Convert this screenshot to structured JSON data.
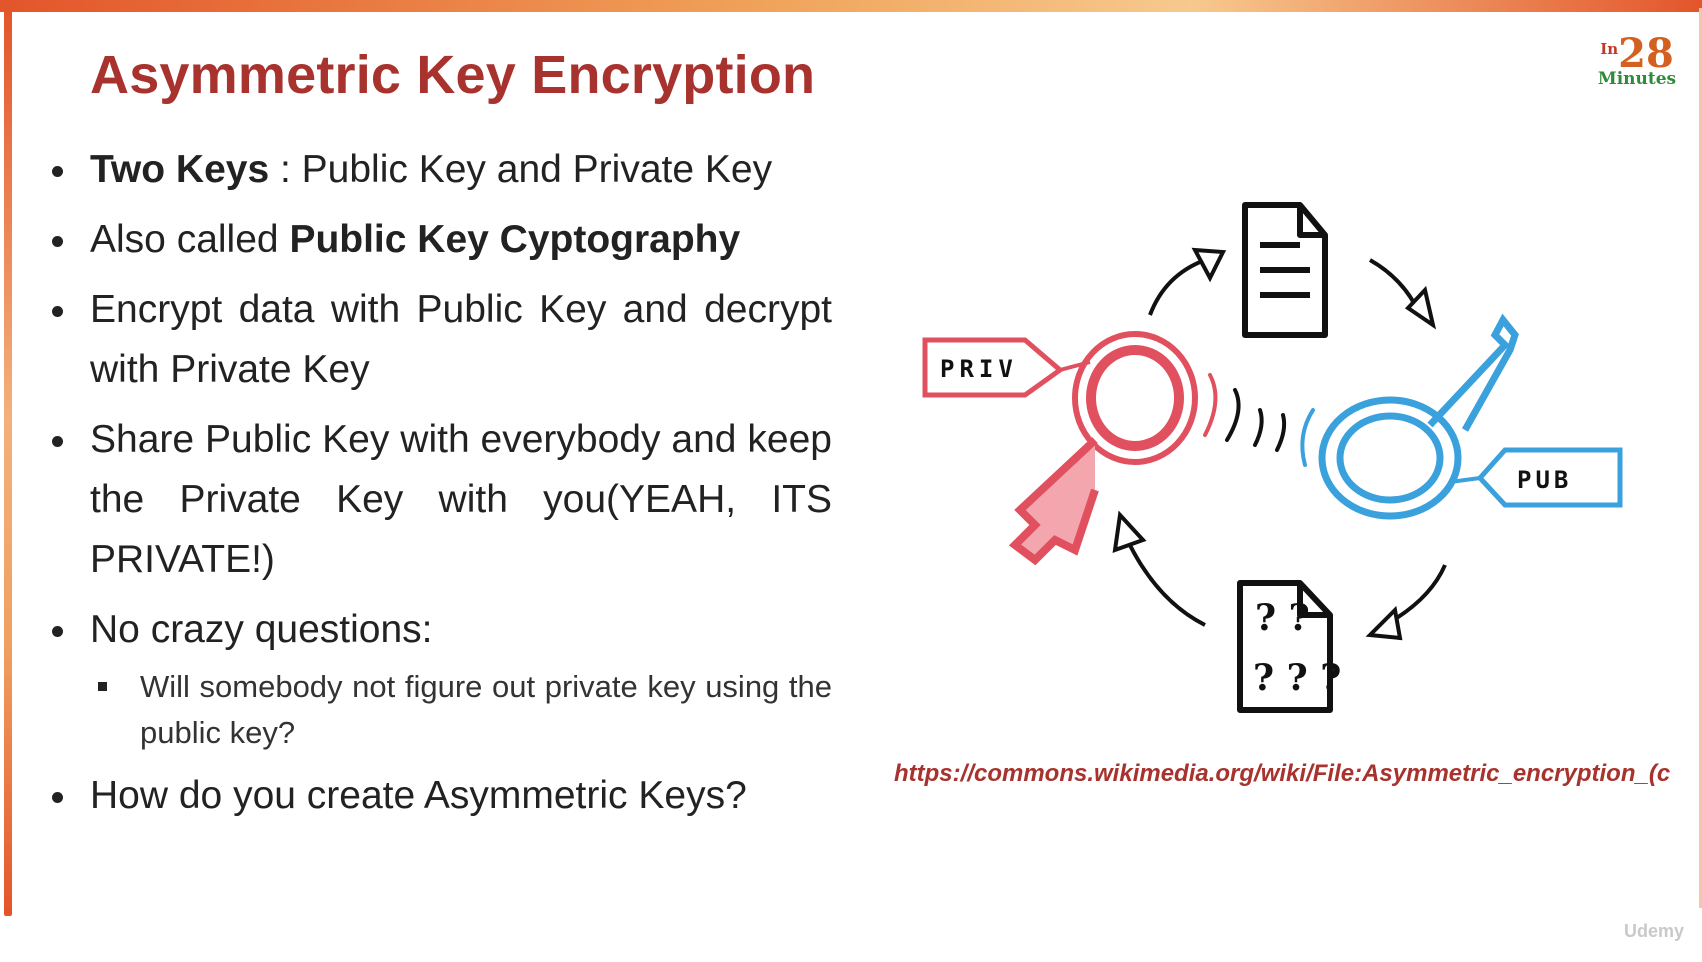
{
  "slide": {
    "title": "Asymmetric Key Encryption",
    "logo": {
      "prefix": "In",
      "number": "28",
      "word": "Minutes"
    }
  },
  "bullets": [
    {
      "bold": "Two Keys",
      "text": " : Public Key and Private Key"
    },
    {
      "text": "Also called ",
      "bold": "Public Key Cyptography"
    },
    {
      "text": "Encrypt data with Public Key and decrypt with Private Key"
    },
    {
      "text": "Share Public Key with everybody and keep the Private Key with you(YEAH, ITS PRIVATE!)"
    },
    {
      "text": "No crazy questions:"
    },
    {
      "text": "How do you create Asymmetric Keys?"
    }
  ],
  "sub_bullets": [
    {
      "text": "Will somebody not figure out private key using the public key?"
    }
  ],
  "diagram": {
    "private_tag": "PRIV",
    "public_tag": "PUB",
    "plain_doc_icon": "document-icon",
    "cipher_doc_icon": "encrypted-document-icon",
    "cipher_doc_text": [
      "? ?",
      "? ? ?"
    ],
    "colors": {
      "private": "#e0505e",
      "public": "#3aa1dd",
      "ink": "#111111"
    }
  },
  "credit": {
    "link": "https://commons.wikimedia.org/wiki/File:Asymmetric_encryption_(c"
  },
  "watermark": "Udemy"
}
